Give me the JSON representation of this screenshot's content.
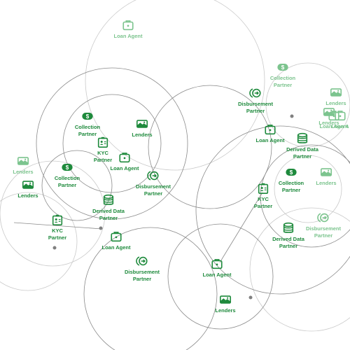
{
  "colors": {
    "accent": "#1e8a3c",
    "faint": "#7cc48e",
    "line": "#8a8a8a",
    "line_faint": "#c9c9c9"
  },
  "nodes": [
    {
      "id": "n1",
      "label": [
        "Loan Agent"
      ],
      "icon": "briefcase-icon",
      "faint": true
    },
    {
      "id": "n2",
      "label": [
        "Collection",
        "Partner"
      ],
      "icon": "dollar-icon",
      "faint": true
    },
    {
      "id": "n3",
      "label": [
        "Disbursement",
        "Partner"
      ],
      "icon": "disburse-icon",
      "faint": false
    },
    {
      "id": "n4",
      "label": [
        "Lenders"
      ],
      "icon": "cash-icon",
      "faint": false
    },
    {
      "id": "n5",
      "label": [
        "Collection",
        "Partner"
      ],
      "icon": "dollar-icon",
      "faint": false
    },
    {
      "id": "n6",
      "label": [
        "KYC",
        "Partner"
      ],
      "icon": "id-card-icon",
      "faint": false
    },
    {
      "id": "n7",
      "label": [
        "Loan Agent"
      ],
      "icon": "briefcase-icon",
      "faint": false
    },
    {
      "id": "n8",
      "label": [
        "Loan Agent"
      ],
      "icon": "briefcase-icon",
      "faint": false
    },
    {
      "id": "n9",
      "label": [
        "Derived Data",
        "Partner"
      ],
      "icon": "database-icon",
      "faint": false
    },
    {
      "id": "n10",
      "label": [
        "Lenders"
      ],
      "icon": "cash-icon",
      "faint": true
    },
    {
      "id": "n11",
      "label": [
        "Loan Agent"
      ],
      "icon": "briefcase-icon",
      "faint": true
    },
    {
      "id": "n12",
      "label": [
        "Collection",
        "Partner"
      ],
      "icon": "dollar-icon",
      "faint": false
    },
    {
      "id": "n13",
      "label": [
        "Disbursement",
        "Partner"
      ],
      "icon": "disburse-icon",
      "faint": false
    },
    {
      "id": "n14",
      "label": [
        "Collection",
        "Partner"
      ],
      "icon": "dollar-icon",
      "faint": false
    },
    {
      "id": "n15",
      "label": [
        "Lenders"
      ],
      "icon": "cash-icon",
      "faint": true
    },
    {
      "id": "n16",
      "label": [
        "KYC",
        "Partner"
      ],
      "icon": "id-card-icon",
      "faint": false
    },
    {
      "id": "n17",
      "label": [
        "Derived Data",
        "Partner"
      ],
      "icon": "database-icon",
      "faint": false
    },
    {
      "id": "n18",
      "label": [
        "KYC",
        "Partner"
      ],
      "icon": "id-card-icon",
      "faint": false
    },
    {
      "id": "n19",
      "label": [
        "Derived Data",
        "Partner"
      ],
      "icon": "database-icon",
      "faint": false
    },
    {
      "id": "n20",
      "label": [
        "Disbursement",
        "Partner"
      ],
      "icon": "disburse-icon",
      "faint": true
    },
    {
      "id": "n21",
      "label": [
        "Loan Agent"
      ],
      "icon": "briefcase-icon",
      "faint": false
    },
    {
      "id": "n22",
      "label": [
        "Disbursement",
        "Partner"
      ],
      "icon": "disburse-icon",
      "faint": false
    },
    {
      "id": "n23",
      "label": [
        "Loan Agent"
      ],
      "icon": "briefcase-icon",
      "faint": false
    },
    {
      "id": "n24",
      "label": [
        "Lenders"
      ],
      "icon": "cash-icon",
      "faint": false
    },
    {
      "id": "n25",
      "label": [
        "Loan A"
      ],
      "icon": "briefcase-icon",
      "faint": true
    },
    {
      "id": "n26",
      "label": [
        "Lenders"
      ],
      "icon": "cash-icon",
      "faint": true
    },
    {
      "id": "n27",
      "label": [
        "Lenders"
      ],
      "icon": "cash-icon",
      "faint": true
    },
    {
      "id": "n28",
      "label": [
        "Lenders"
      ],
      "icon": "cash-icon",
      "faint": false
    }
  ]
}
